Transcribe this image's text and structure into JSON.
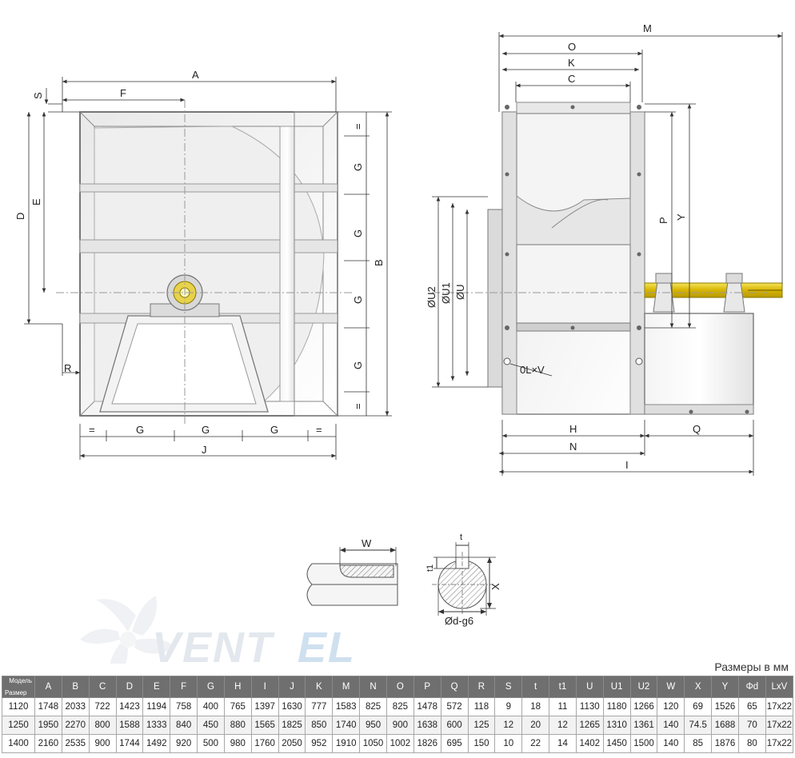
{
  "labels": {
    "front": {
      "A": "A",
      "F": "F",
      "S": "S",
      "D": "D",
      "E": "E",
      "B": "B",
      "R": "R",
      "J": "J",
      "G": "G",
      "eq": "="
    },
    "side": {
      "M": "M",
      "O": "O",
      "K": "K",
      "C": "C",
      "P": "P",
      "Y": "Y",
      "U2": "ØU2",
      "U1": "ØU1",
      "U": "ØU",
      "LV": "0L×V",
      "H": "H",
      "N": "N",
      "Q": "Q",
      "I": "I"
    },
    "shaft": {
      "W": "W",
      "t": "t",
      "t1": "t1",
      "X": "X",
      "d": "Ød-g6"
    }
  },
  "logo": {
    "text_a": "VENT",
    "text_b": "EL"
  },
  "table": {
    "units_note": "Размеры в мм",
    "corner_top": "Модель",
    "corner_bottom": "Размер",
    "headers": [
      "A",
      "B",
      "C",
      "D",
      "E",
      "F",
      "G",
      "H",
      "I",
      "J",
      "K",
      "M",
      "N",
      "O",
      "P",
      "Q",
      "R",
      "S",
      "t",
      "t1",
      "U",
      "U1",
      "U2",
      "W",
      "X",
      "Y",
      "Φd",
      "LxV"
    ],
    "rows": [
      {
        "size": "1120",
        "values": [
          "1748",
          "2033",
          "722",
          "1423",
          "1194",
          "758",
          "400",
          "765",
          "1397",
          "1630",
          "777",
          "1583",
          "825",
          "825",
          "1478",
          "572",
          "118",
          "9",
          "18",
          "11",
          "1130",
          "1180",
          "1266",
          "120",
          "69",
          "1526",
          "65",
          "17x22"
        ]
      },
      {
        "size": "1250",
        "values": [
          "1950",
          "2270",
          "800",
          "1588",
          "1333",
          "840",
          "450",
          "880",
          "1565",
          "1825",
          "850",
          "1740",
          "950",
          "900",
          "1638",
          "600",
          "125",
          "12",
          "20",
          "12",
          "1265",
          "1310",
          "1361",
          "140",
          "74.5",
          "1688",
          "70",
          "17x22"
        ]
      },
      {
        "size": "1400",
        "values": [
          "2160",
          "2535",
          "900",
          "1744",
          "1492",
          "920",
          "500",
          "980",
          "1760",
          "2050",
          "952",
          "1910",
          "1050",
          "1002",
          "1826",
          "695",
          "150",
          "10",
          "22",
          "14",
          "1402",
          "1450",
          "1500",
          "140",
          "85",
          "1876",
          "80",
          "17x22"
        ]
      }
    ]
  }
}
